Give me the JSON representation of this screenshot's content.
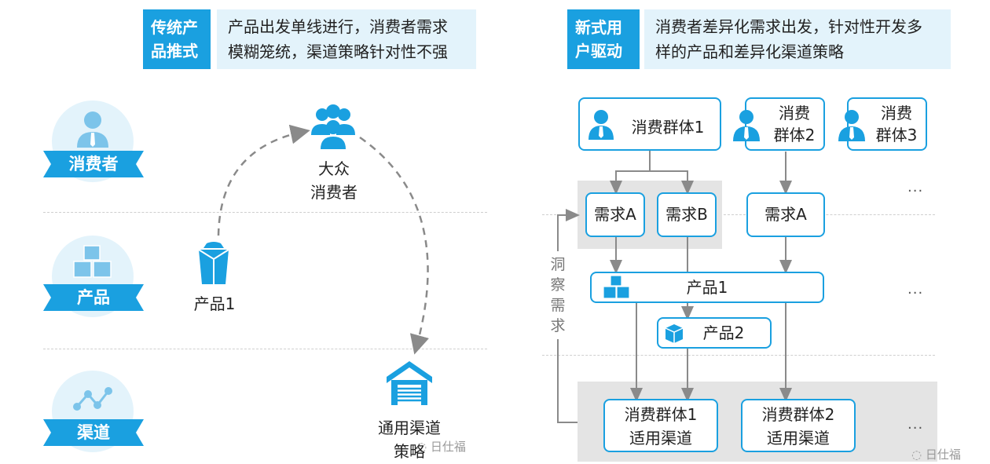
{
  "left_header": {
    "tag": "传统产品推式",
    "tag_line1": "传统产",
    "tag_line2": "品推式",
    "text_line1": "产品出发单线进行，消费者需求",
    "text_line2": "模糊笼统，渠道策略针对性不强"
  },
  "right_header": {
    "tag_line1": "新式用",
    "tag_line2": "户驱动",
    "text_line1": "消费者差异化需求出发，针对性开发多",
    "text_line2": "样的产品和差异化渠道策略"
  },
  "left_rows": [
    {
      "label": "消费者",
      "icon": "person-icon"
    },
    {
      "label": "产品",
      "icon": "cubes-icon"
    },
    {
      "label": "渠道",
      "icon": "network-icon"
    }
  ],
  "left_nodes": {
    "consumers_line1": "大众",
    "consumers_line2": "消费者",
    "product": "产品1",
    "channel_line1": "通用渠道",
    "channel_line2": "策略"
  },
  "right_groups": {
    "g1": "消费群体1",
    "g2_line1": "消费",
    "g2_line2": "群体2",
    "g3_line1": "消费",
    "g3_line2": "群体3"
  },
  "right_needs": {
    "a1": "需求A",
    "b1": "需求B",
    "a2": "需求A"
  },
  "right_products": {
    "p1": "产品1",
    "p2": "产品2"
  },
  "right_channels": {
    "c1_line1": "消费群体1",
    "c1_line2": "适用渠道",
    "c2_line1": "消费群体2",
    "c2_line2": "适用渠道"
  },
  "insight_label": "洞察需求",
  "insight_chars": [
    "洞",
    "察",
    "需",
    "求"
  ],
  "ellipsis": "...",
  "watermark": "日仕福",
  "colors": {
    "accent": "#1aa0e0",
    "light": "#e3f3fb",
    "gray_box": "#e4e4e4",
    "arrow": "#8a8a8a"
  }
}
